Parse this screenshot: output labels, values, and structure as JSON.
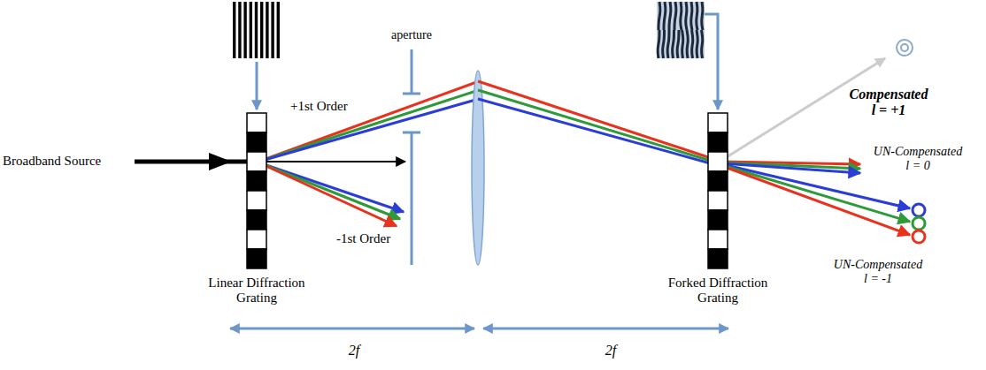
{
  "diagram": {
    "labels": [
      "Broadband Source",
      "aperture",
      "+1st Order",
      "-1st Order",
      "Linear Diffraction Grating",
      "2f",
      "2f",
      "Forked Diffraction Grating",
      "Compensated l = +1",
      "UN-Compensated l = 0",
      "UN-Compensated l = -1"
    ]
  }
}
